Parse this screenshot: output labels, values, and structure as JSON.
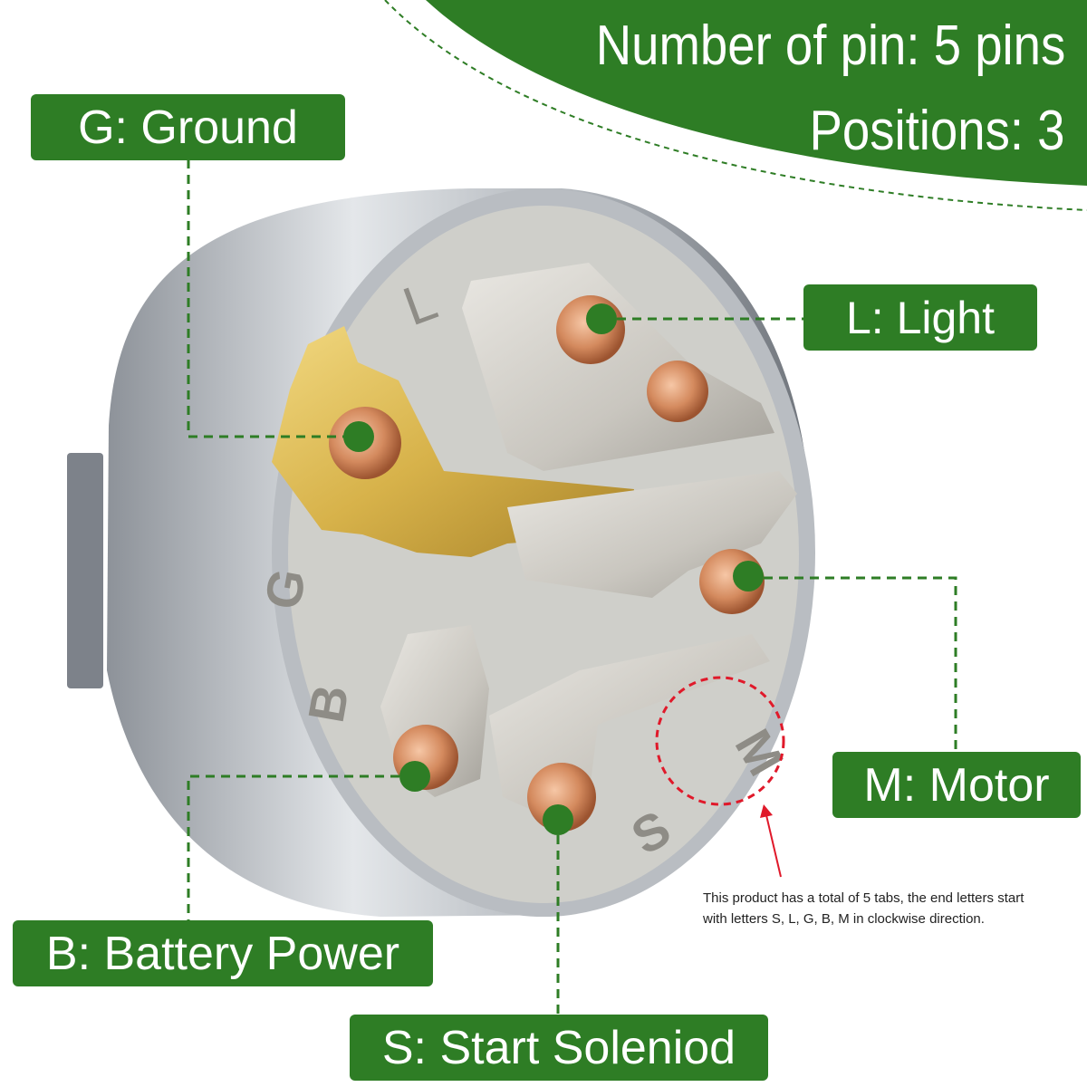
{
  "specs": {
    "pins": "Number of pin: 5 pins",
    "positions": "Positions: 3"
  },
  "labels": {
    "ground": "G: Ground",
    "light": "L: Light",
    "motor": "M: Motor",
    "battery": "B: Battery Power",
    "start": "S: Start Soleniod"
  },
  "note": {
    "line1": "This product has a total of 5 tabs, the end letters start",
    "line2": "with letters S, L, G, B, M in clockwise direction."
  },
  "embossed_letters": {
    "l": "L",
    "g": "G",
    "b": "B",
    "s": "S",
    "m": "M"
  },
  "colors": {
    "accent_green": "#2e7d25",
    "highlight_red": "#e0192a",
    "copper": "#d48a5e",
    "brass": "#d7b24a",
    "housing": "#b9bdc2",
    "face": "#cfcfca"
  }
}
